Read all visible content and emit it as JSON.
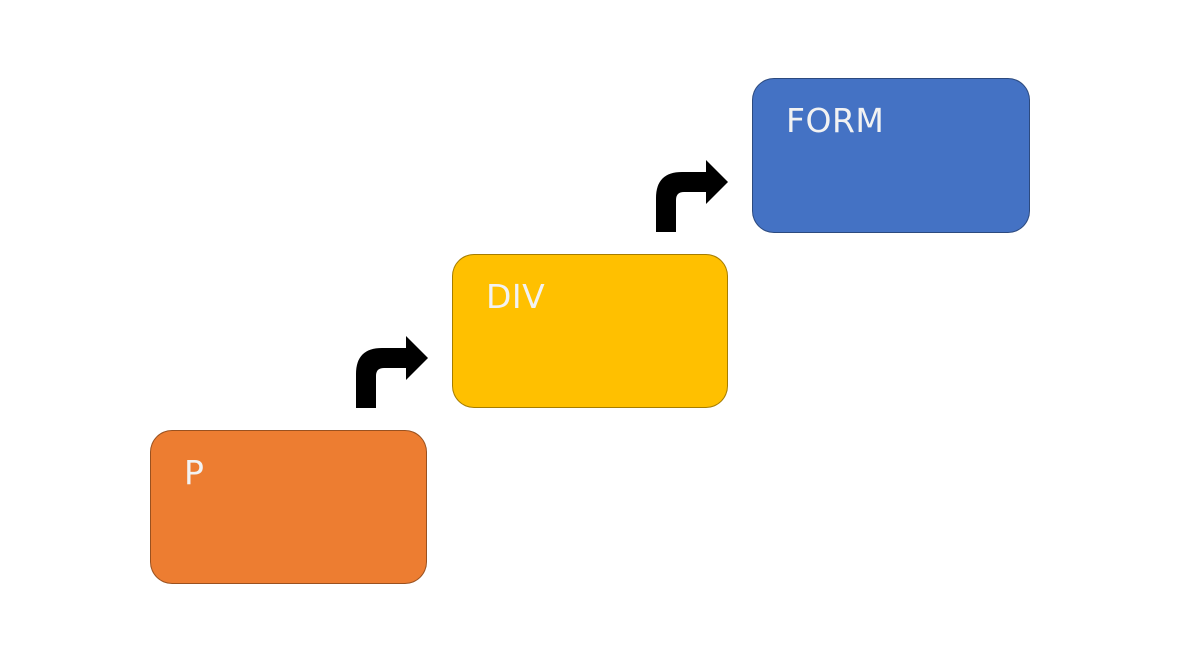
{
  "diagram": {
    "nodes": [
      {
        "id": "p",
        "label": "P",
        "color": "#ED7D31"
      },
      {
        "id": "div",
        "label": "DIV",
        "color": "#FFC000"
      },
      {
        "id": "form",
        "label": "FORM",
        "color": "#4472C4"
      }
    ],
    "edges": [
      {
        "from": "p",
        "to": "div",
        "icon": "bent-up-right-arrow-icon"
      },
      {
        "from": "div",
        "to": "form",
        "icon": "bent-up-right-arrow-icon"
      }
    ],
    "label_color": "#F2F2F2",
    "arrow_color": "#000000"
  }
}
